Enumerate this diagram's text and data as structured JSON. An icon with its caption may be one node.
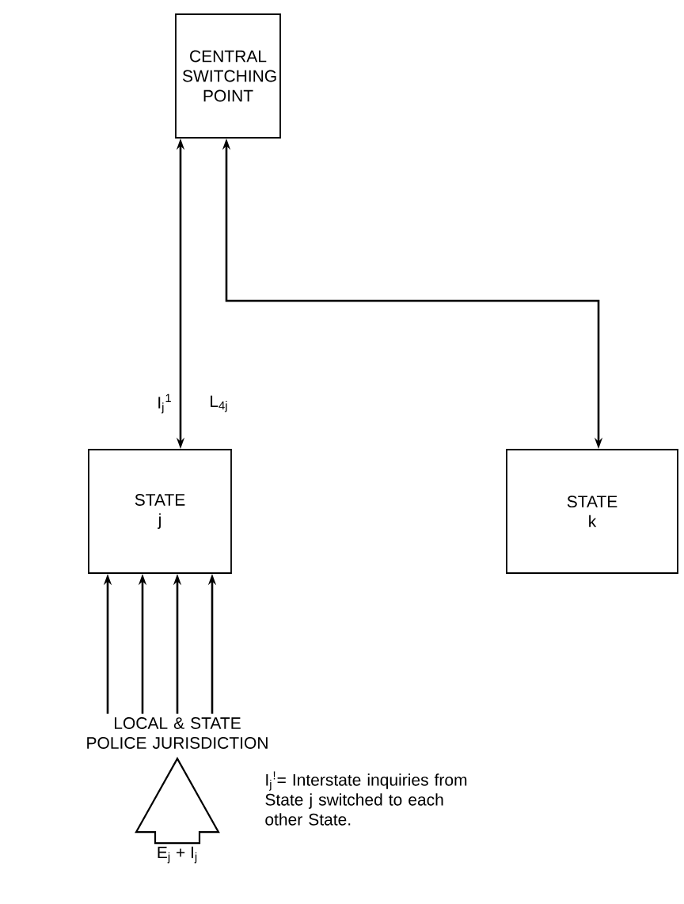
{
  "diagram": {
    "nodes": [
      {
        "text": [
          "CENTRAL SWITCHING POINT"
        ]
      },
      {
        "text": [
          "STATE j"
        ]
      },
      {
        "text": [
          "STATE k"
        ]
      },
      {
        "text": [
          "LOCAL & STATE POLICE JURISDICTION"
        ]
      },
      {
        "text": [
          "E$_{j}$ + I$_{j}$"
        ]
      }
    ],
    "edges": [
      {
        "from": 0,
        "to": 1,
        "arrow": "both",
        "label": "I$_{j}$$^{1}$"
      },
      {
        "from": 0,
        "to": 2,
        "arrow": "both"
      },
      {
        "from": 3,
        "to": 1,
        "arrow": "to"
      },
      {
        "from": 3,
        "to": 1,
        "arrow": "to"
      },
      {
        "from": 3,
        "to": 1,
        "arrow": "to"
      },
      {
        "from": 3,
        "to": 1,
        "arrow": "to"
      },
      {
        "from": 4,
        "to": 3,
        "arrow": "to",
        "style": "thick"
      }
    ],
    "labels": [
      "L$_{4j}$",
      "I$_{j}$$^{!}$= Interstate inquiries from State j switched to each other State."
    ]
  }
}
